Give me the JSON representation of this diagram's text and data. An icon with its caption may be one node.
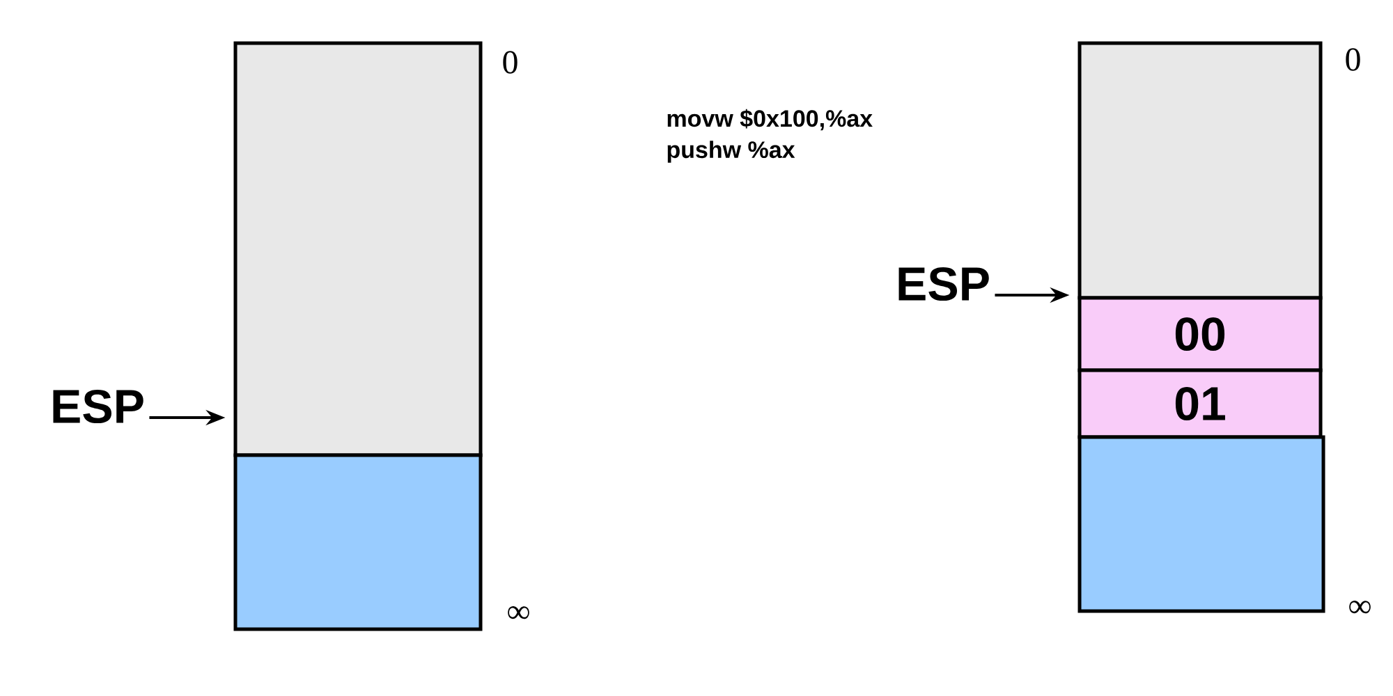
{
  "diagram": {
    "nodes": [
      {
        "text": [],
        "shape": "box",
        "beside": [
          "0"
        ]
      },
      {
        "text": [],
        "shape": "box",
        "beside": [
          "∞"
        ]
      },
      {
        "text": [
          "ESP"
        ]
      },
      {
        "text": [
          "ESP"
        ]
      },
      {
        "text": [],
        "shape": "box",
        "beside": [
          "0"
        ]
      },
      {
        "text": [
          "00"
        ]
      },
      {
        "text": [
          "01"
        ]
      },
      {
        "text": [],
        "shape": "box",
        "beside": [
          "∞"
        ]
      }
    ],
    "edges": [
      {
        "from": 2,
        "to": 0,
        "arrow": "to"
      },
      {
        "from": 3,
        "to": 4,
        "arrow": "to"
      }
    ],
    "labels": [
      "movw $0x100,%ax",
      "pushw %ax"
    ]
  }
}
